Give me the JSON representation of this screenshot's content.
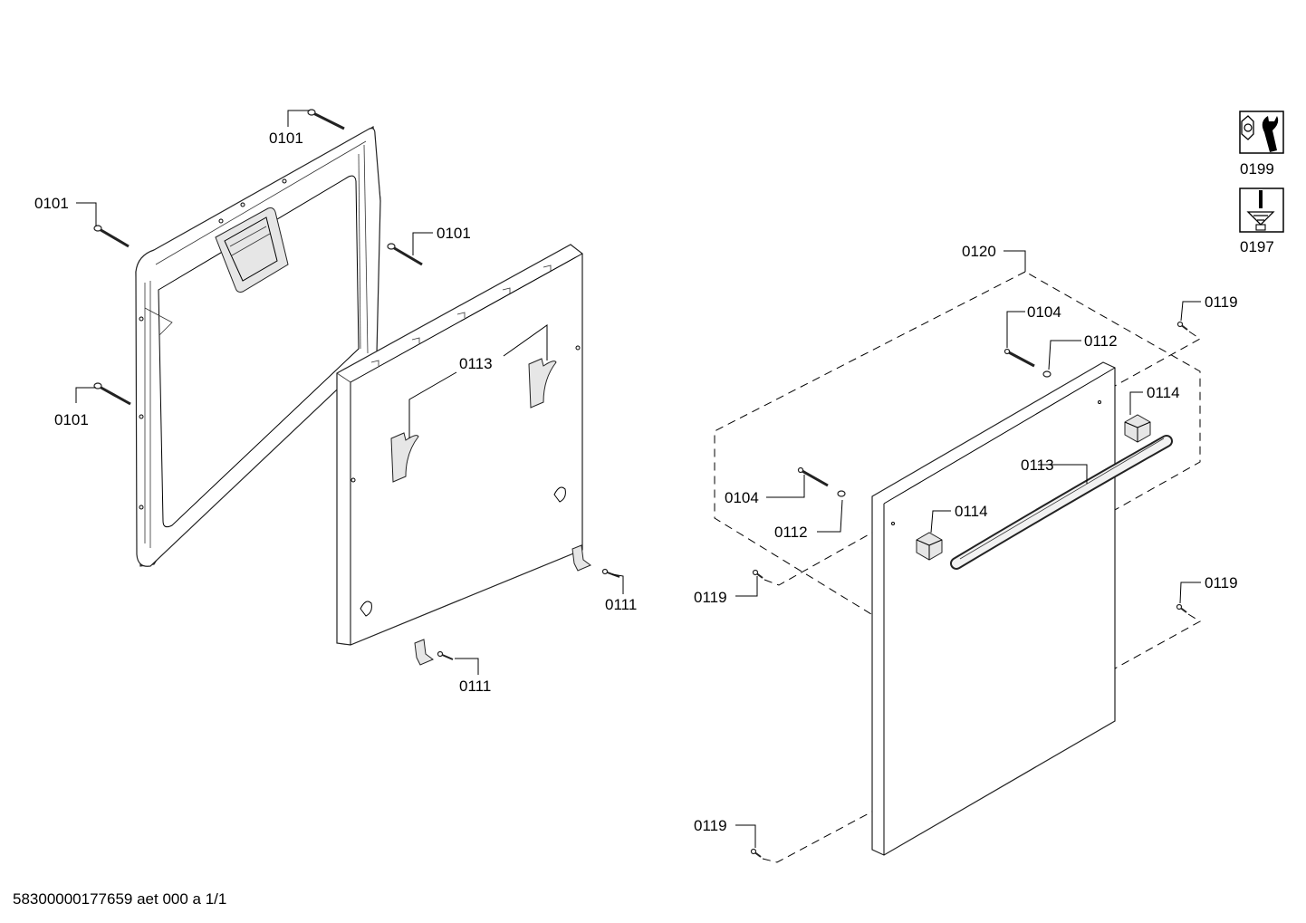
{
  "labels": {
    "screw_top": "0101",
    "screw_left": "0101",
    "screw_right": "0101",
    "screw_bottom": "0101",
    "hook": "0113",
    "hinge_right": "0111",
    "hinge_bottom": "0111",
    "kit": "0120",
    "bolt_top": "0104",
    "washer_top": "0112",
    "bolt_left": "0104",
    "washer_left": "0112",
    "handle": "0113",
    "cap_right": "0114",
    "cap_left": "0114",
    "small_screw_tr": "0119",
    "small_screw_ml": "0119",
    "small_screw_mr": "0119",
    "small_screw_bl": "0119",
    "tool_wrench": "0199",
    "tool_screwdriver": "0197"
  },
  "footer": "58300000177659 aet 000 a 1/1"
}
